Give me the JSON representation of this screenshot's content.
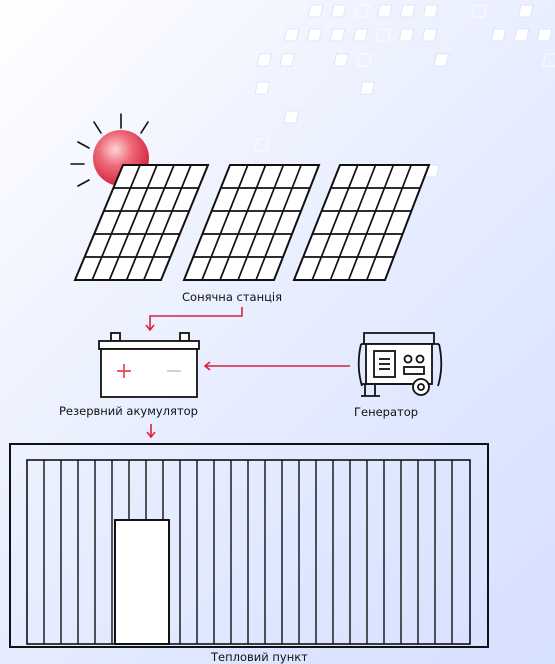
{
  "labels": {
    "solar_station": "Сонячна станція",
    "backup_battery": "Резервний акумулятор",
    "generator": "Генератор",
    "heating_point": "Тепловий пункт"
  },
  "battery": {
    "plus_sign": "+",
    "minus_sign": "−"
  },
  "colors": {
    "background_start": "#ffffff",
    "background_end": "#d6e0ff",
    "line": "#111111",
    "arrow": "#d6243f",
    "sun_fill": "#e85060",
    "decor_squares": "#ffffff"
  }
}
